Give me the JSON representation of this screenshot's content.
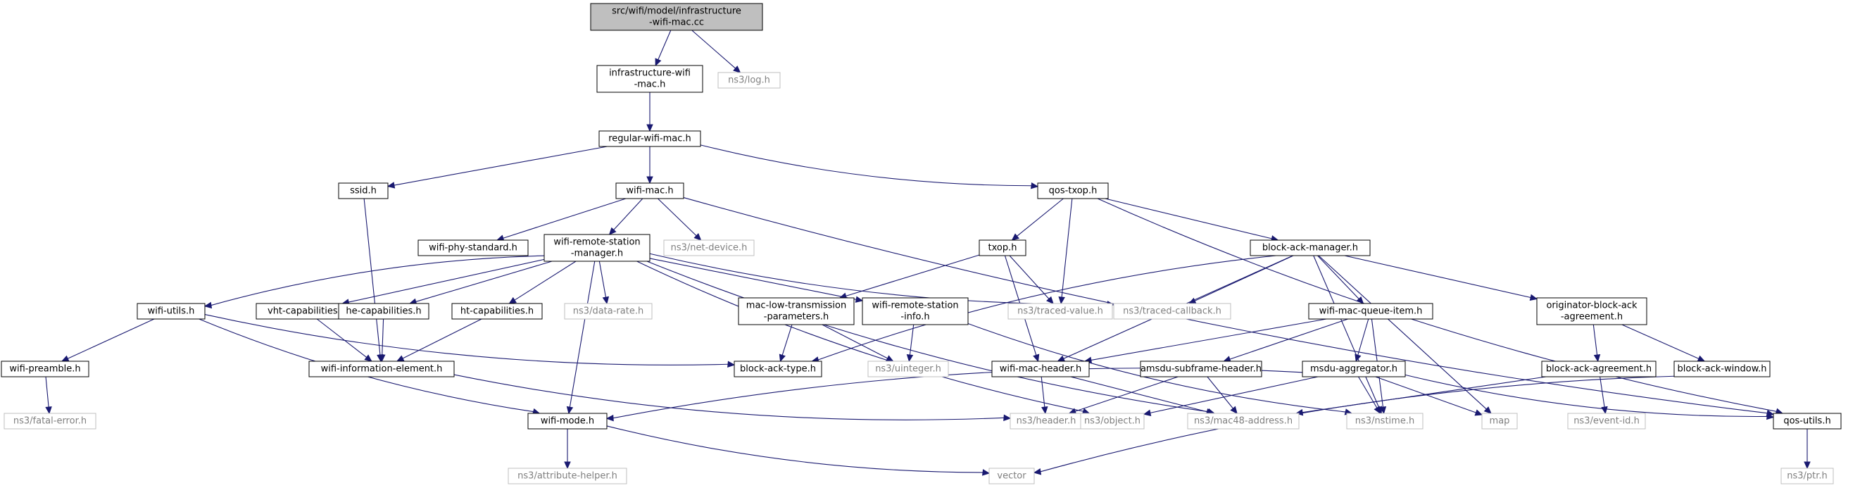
{
  "colors": {
    "edge": "#191970",
    "node_border": "#000000",
    "node_border_external": "#bfbfbf",
    "node_fill": "#ffffff",
    "root_fill": "#bfbfbf",
    "text": "#000000",
    "text_external": "#808080"
  },
  "nodes": [
    {
      "id": "root",
      "lines": [
        "src/wifi/model/infrastructure",
        "-wifi-mac.cc"
      ],
      "kind": "root"
    },
    {
      "id": "infra_mac",
      "lines": [
        "infrastructure-wifi",
        "-mac.h"
      ],
      "kind": "local"
    },
    {
      "id": "ns3_log",
      "lines": [
        "ns3/log.h"
      ],
      "kind": "external"
    },
    {
      "id": "regular_mac",
      "lines": [
        "regular-wifi-mac.h"
      ],
      "kind": "local"
    },
    {
      "id": "ssid",
      "lines": [
        "ssid.h"
      ],
      "kind": "local"
    },
    {
      "id": "wifi_mac",
      "lines": [
        "wifi-mac.h"
      ],
      "kind": "local"
    },
    {
      "id": "qos_txop",
      "lines": [
        "qos-txop.h"
      ],
      "kind": "local"
    },
    {
      "id": "phy_std",
      "lines": [
        "wifi-phy-standard.h"
      ],
      "kind": "local"
    },
    {
      "id": "rsm",
      "lines": [
        "wifi-remote-station",
        "-manager.h"
      ],
      "kind": "local"
    },
    {
      "id": "net_device",
      "lines": [
        "ns3/net-device.h"
      ],
      "kind": "external"
    },
    {
      "id": "txop",
      "lines": [
        "txop.h"
      ],
      "kind": "local"
    },
    {
      "id": "bam",
      "lines": [
        "block-ack-manager.h"
      ],
      "kind": "local"
    },
    {
      "id": "wifi_utils",
      "lines": [
        "wifi-utils.h"
      ],
      "kind": "local"
    },
    {
      "id": "vht_cap",
      "lines": [
        "vht-capabilities.h"
      ],
      "kind": "local"
    },
    {
      "id": "he_cap",
      "lines": [
        "he-capabilities.h"
      ],
      "kind": "local"
    },
    {
      "id": "ht_cap",
      "lines": [
        "ht-capabilities.h"
      ],
      "kind": "local"
    },
    {
      "id": "data_rate",
      "lines": [
        "ns3/data-rate.h"
      ],
      "kind": "external"
    },
    {
      "id": "mltp",
      "lines": [
        "mac-low-transmission",
        "-parameters.h"
      ],
      "kind": "local"
    },
    {
      "id": "rsi",
      "lines": [
        "wifi-remote-station",
        "-info.h"
      ],
      "kind": "local"
    },
    {
      "id": "traced_value",
      "lines": [
        "ns3/traced-value.h"
      ],
      "kind": "external"
    },
    {
      "id": "traced_cb",
      "lines": [
        "ns3/traced-callback.h"
      ],
      "kind": "external"
    },
    {
      "id": "mqi",
      "lines": [
        "wifi-mac-queue-item.h"
      ],
      "kind": "local"
    },
    {
      "id": "oba",
      "lines": [
        "originator-block-ack",
        "-agreement.h"
      ],
      "kind": "local"
    },
    {
      "id": "preamble",
      "lines": [
        "wifi-preamble.h"
      ],
      "kind": "local"
    },
    {
      "id": "info_elem",
      "lines": [
        "wifi-information-element.h"
      ],
      "kind": "local"
    },
    {
      "id": "ba_type",
      "lines": [
        "block-ack-type.h"
      ],
      "kind": "local"
    },
    {
      "id": "uinteger",
      "lines": [
        "ns3/uinteger.h"
      ],
      "kind": "external"
    },
    {
      "id": "mac_header",
      "lines": [
        "wifi-mac-header.h"
      ],
      "kind": "local"
    },
    {
      "id": "amsdu",
      "lines": [
        "amsdu-subframe-header.h"
      ],
      "kind": "local"
    },
    {
      "id": "msdu_agg",
      "lines": [
        "msdu-aggregator.h"
      ],
      "kind": "local"
    },
    {
      "id": "ba_agree",
      "lines": [
        "block-ack-agreement.h"
      ],
      "kind": "local"
    },
    {
      "id": "ba_window",
      "lines": [
        "block-ack-window.h"
      ],
      "kind": "local"
    },
    {
      "id": "fatal",
      "lines": [
        "ns3/fatal-error.h"
      ],
      "kind": "external"
    },
    {
      "id": "wifi_mode",
      "lines": [
        "wifi-mode.h"
      ],
      "kind": "local"
    },
    {
      "id": "header",
      "lines": [
        "ns3/header.h"
      ],
      "kind": "external"
    },
    {
      "id": "object",
      "lines": [
        "ns3/object.h"
      ],
      "kind": "external"
    },
    {
      "id": "mac48",
      "lines": [
        "ns3/mac48-address.h"
      ],
      "kind": "external"
    },
    {
      "id": "nstime",
      "lines": [
        "ns3/nstime.h"
      ],
      "kind": "external"
    },
    {
      "id": "map",
      "lines": [
        "map"
      ],
      "kind": "external"
    },
    {
      "id": "event_id",
      "lines": [
        "ns3/event-id.h"
      ],
      "kind": "external"
    },
    {
      "id": "qos_utils",
      "lines": [
        "qos-utils.h"
      ],
      "kind": "local"
    },
    {
      "id": "attr_helper",
      "lines": [
        "ns3/attribute-helper.h"
      ],
      "kind": "external"
    },
    {
      "id": "vector",
      "lines": [
        "vector"
      ],
      "kind": "external"
    },
    {
      "id": "ptr",
      "lines": [
        "ns3/ptr.h"
      ],
      "kind": "external"
    }
  ],
  "edges": [
    [
      "root",
      "infra_mac"
    ],
    [
      "root",
      "ns3_log"
    ],
    [
      "infra_mac",
      "regular_mac"
    ],
    [
      "regular_mac",
      "ssid"
    ],
    [
      "regular_mac",
      "wifi_mac"
    ],
    [
      "regular_mac",
      "qos_txop"
    ],
    [
      "ssid",
      "info_elem"
    ],
    [
      "wifi_mac",
      "phy_std"
    ],
    [
      "wifi_mac",
      "rsm"
    ],
    [
      "wifi_mac",
      "net_device"
    ],
    [
      "wifi_mac",
      "qos_utils"
    ],
    [
      "qos_txop",
      "txop"
    ],
    [
      "qos_txop",
      "traced_value"
    ],
    [
      "qos_txop",
      "bam"
    ],
    [
      "qos_txop",
      "qos_utils"
    ],
    [
      "rsm",
      "wifi_utils"
    ],
    [
      "rsm",
      "vht_cap"
    ],
    [
      "rsm",
      "he_cap"
    ],
    [
      "rsm",
      "ht_cap"
    ],
    [
      "rsm",
      "data_rate"
    ],
    [
      "rsm",
      "rsi"
    ],
    [
      "rsm",
      "traced_cb"
    ],
    [
      "rsm",
      "wifi_mode"
    ],
    [
      "rsm",
      "object"
    ],
    [
      "rsm",
      "mac48"
    ],
    [
      "txop",
      "mltp"
    ],
    [
      "txop",
      "traced_value"
    ],
    [
      "txop",
      "mac_header"
    ],
    [
      "bam",
      "traced_cb"
    ],
    [
      "bam",
      "mqi"
    ],
    [
      "bam",
      "oba"
    ],
    [
      "bam",
      "ba_type"
    ],
    [
      "bam",
      "mac_header"
    ],
    [
      "bam",
      "map"
    ],
    [
      "bam",
      "nstime"
    ],
    [
      "wifi_utils",
      "preamble"
    ],
    [
      "wifi_utils",
      "ba_type"
    ],
    [
      "wifi_utils",
      "wifi_mode"
    ],
    [
      "vht_cap",
      "info_elem"
    ],
    [
      "he_cap",
      "info_elem"
    ],
    [
      "ht_cap",
      "info_elem"
    ],
    [
      "mltp",
      "ba_type"
    ],
    [
      "mltp",
      "uinteger"
    ],
    [
      "rsi",
      "uinteger"
    ],
    [
      "rsi",
      "nstime"
    ],
    [
      "mqi",
      "mac_header"
    ],
    [
      "mqi",
      "amsdu"
    ],
    [
      "mqi",
      "msdu_agg"
    ],
    [
      "mqi",
      "nstime"
    ],
    [
      "oba",
      "ba_agree"
    ],
    [
      "oba",
      "ba_window"
    ],
    [
      "preamble",
      "fatal"
    ],
    [
      "info_elem",
      "header"
    ],
    [
      "mac_header",
      "header"
    ],
    [
      "mac_header",
      "mac48"
    ],
    [
      "amsdu",
      "header"
    ],
    [
      "amsdu",
      "mac48"
    ],
    [
      "msdu_agg",
      "wifi_mode"
    ],
    [
      "msdu_agg",
      "object"
    ],
    [
      "msdu_agg",
      "nstime"
    ],
    [
      "msdu_agg",
      "map"
    ],
    [
      "msdu_agg",
      "qos_utils"
    ],
    [
      "ba_agree",
      "event_id"
    ],
    [
      "ba_agree",
      "mac48"
    ],
    [
      "ba_window",
      "vector"
    ],
    [
      "wifi_mode",
      "attr_helper"
    ],
    [
      "wifi_mode",
      "vector"
    ],
    [
      "qos_utils",
      "ptr"
    ]
  ]
}
